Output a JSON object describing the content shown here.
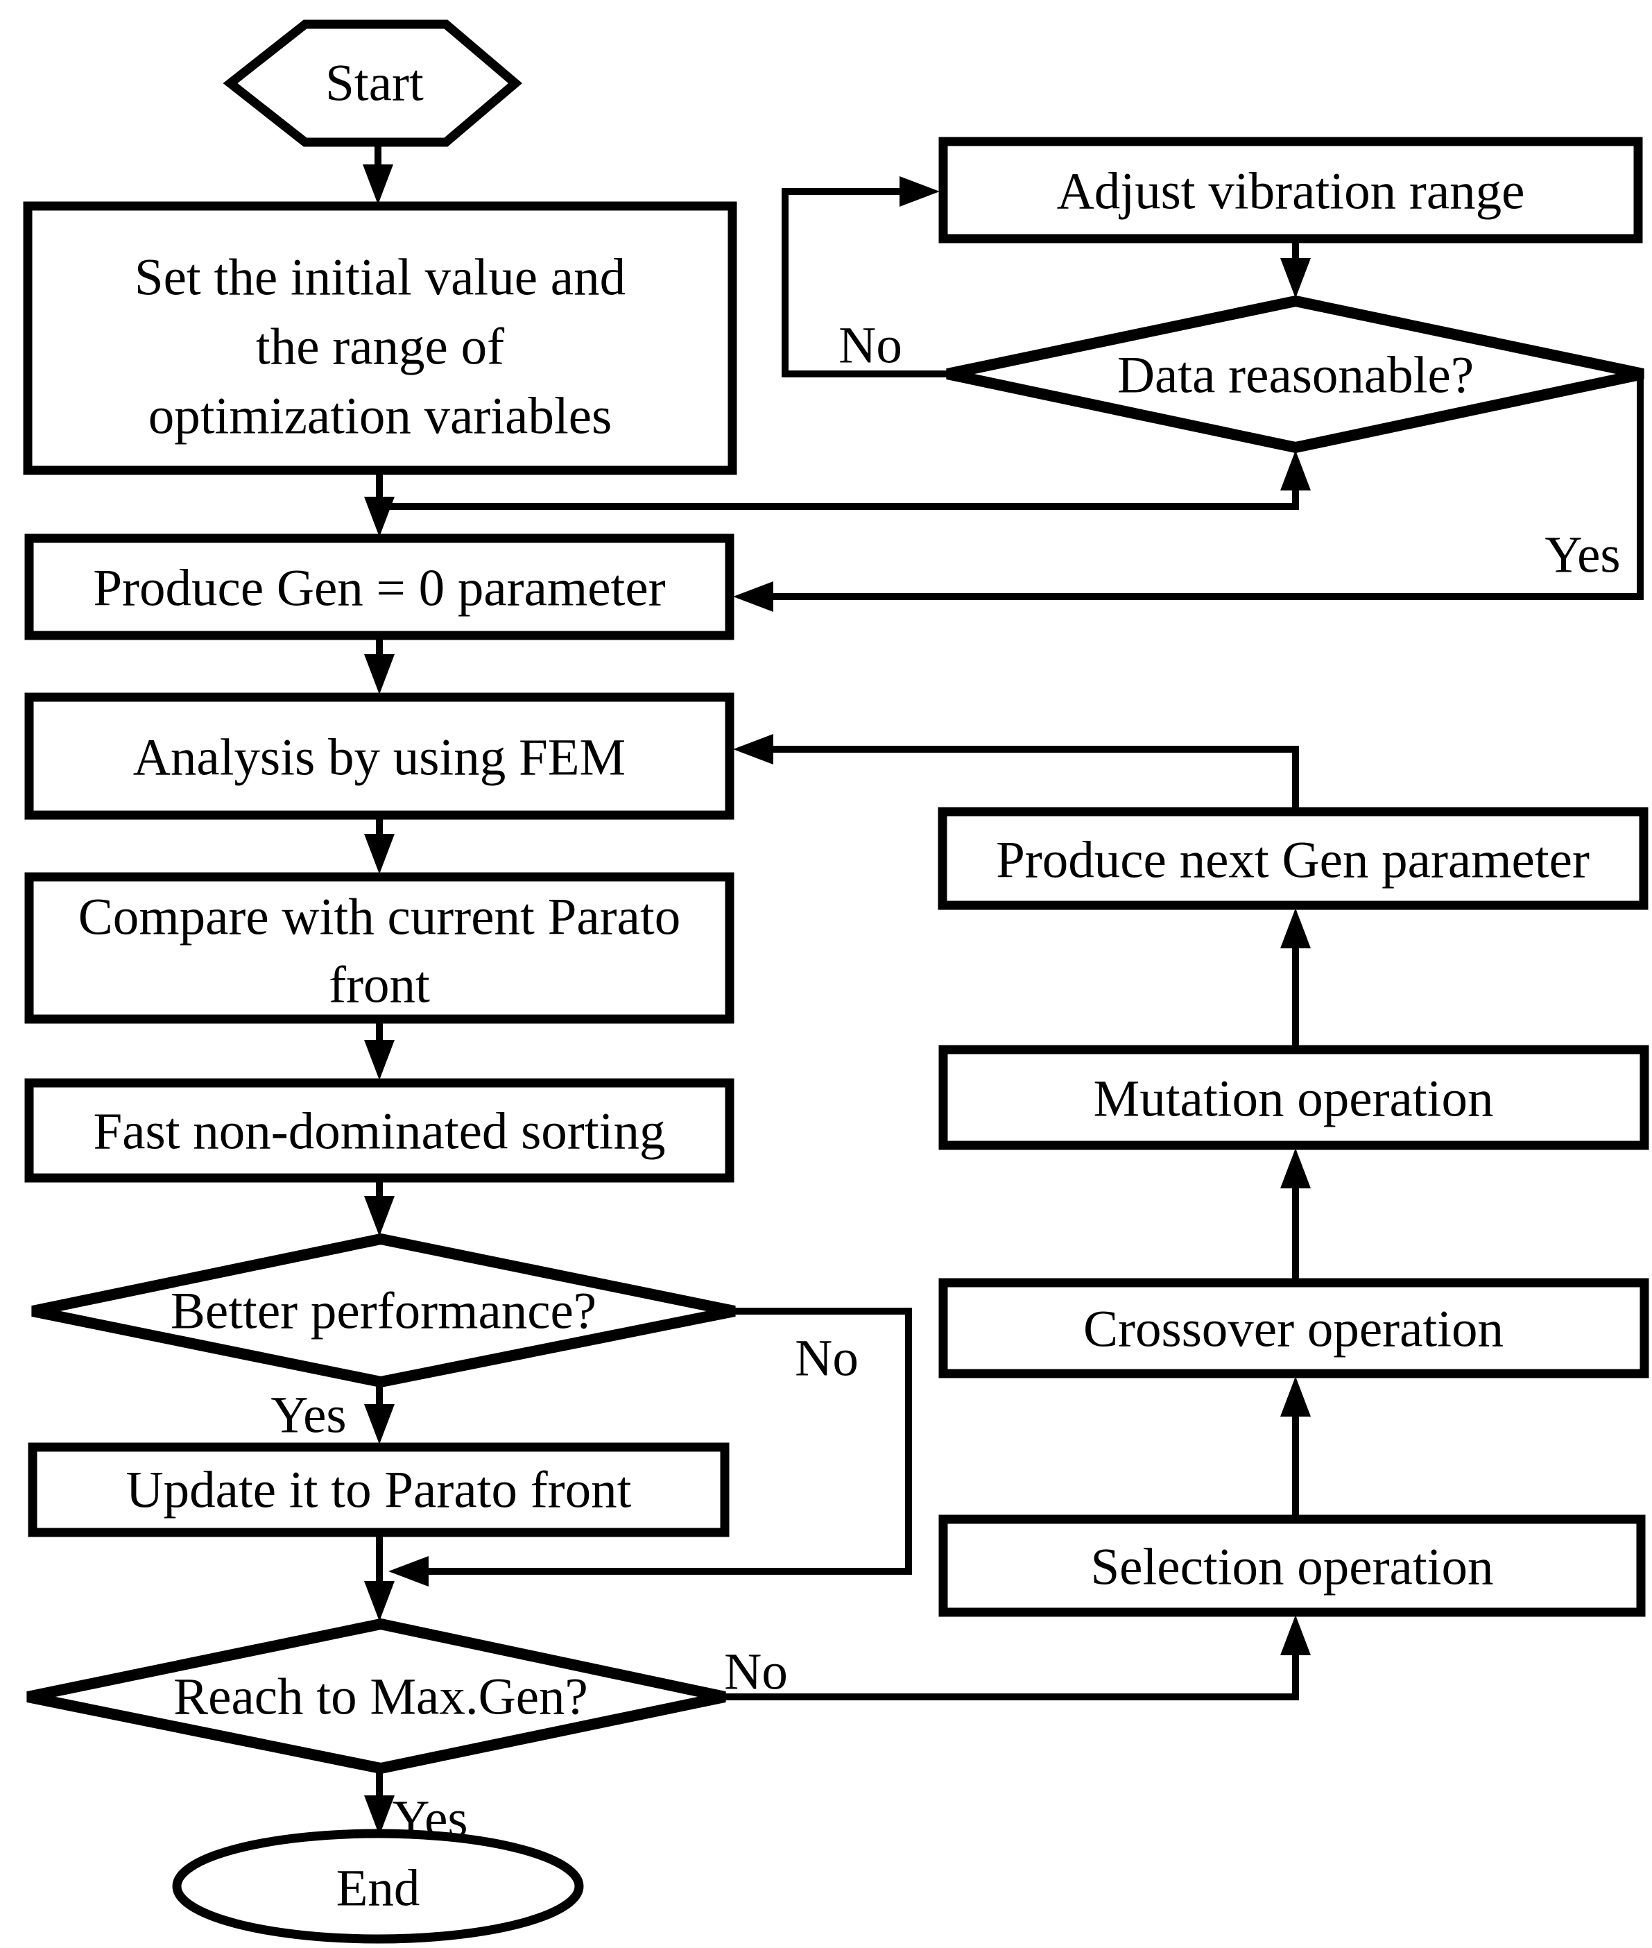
{
  "nodes": {
    "start": {
      "label": "Start"
    },
    "set_initial": {
      "line1": "Set the initial value and",
      "line2": "the range of",
      "line3": "optimization variables"
    },
    "produce_gen0": {
      "label": "Produce Gen = 0 parameter"
    },
    "analysis_fem": {
      "label": "Analysis by using FEM"
    },
    "compare_parato": {
      "line1": "Compare with current Parato",
      "line2": "front"
    },
    "fast_sorting": {
      "label": "Fast non-dominated sorting"
    },
    "better_performance": {
      "label": "Better performance?"
    },
    "update_parato": {
      "label": "Update it to Parato front"
    },
    "reach_maxgen": {
      "label": "Reach to Max.Gen?"
    },
    "end_node": {
      "label": "End"
    },
    "adjust_vibration": {
      "label": "Adjust vibration range"
    },
    "data_reasonable": {
      "label": "Data reasonable?"
    },
    "produce_next_gen": {
      "label": "Produce next Gen  parameter"
    },
    "mutation": {
      "label": "Mutation operation"
    },
    "crossover": {
      "label": "Crossover operation"
    },
    "selection": {
      "label": "Selection operation"
    }
  },
  "edge_labels": {
    "data_reasonable_no": "No",
    "data_reasonable_yes": "Yes",
    "better_performance_yes": "Yes",
    "better_performance_no": "No",
    "reach_maxgen_no": "No",
    "reach_maxgen_yes": "Yes"
  },
  "colors": {
    "stroke": "#000000",
    "background": "#ffffff",
    "text": "#000000"
  }
}
